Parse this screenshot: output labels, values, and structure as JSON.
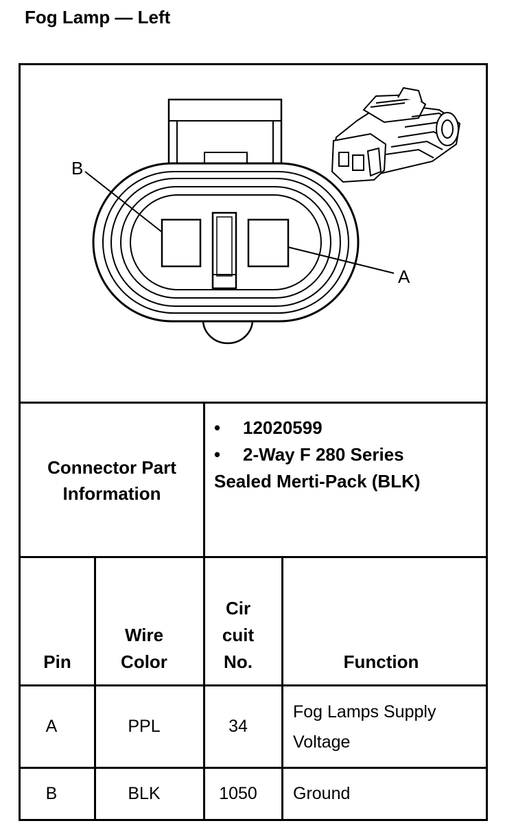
{
  "title": "Fog Lamp — Left",
  "diagram": {
    "label_b": "B",
    "label_a": "A"
  },
  "connector": {
    "label_line1": "Connector Part",
    "label_line2": "Information",
    "bullet1": "12020599",
    "bullet2": "2-Way F 280 Series",
    "bullet2_cont": "Sealed Merti-Pack (BLK)"
  },
  "table": {
    "headers": {
      "pin": "Pin",
      "wire_color_1": "Wire",
      "wire_color_2": "Color",
      "circuit_1": "Cir",
      "circuit_2": "cuit",
      "circuit_3": "No.",
      "function": "Function"
    },
    "rows": [
      {
        "pin": "A",
        "wire_color": "PPL",
        "circuit": "34",
        "function_1": "Fog Lamps Supply",
        "function_2": "Voltage"
      },
      {
        "pin": "B",
        "wire_color": "BLK",
        "circuit": "1050",
        "function_1": "Ground",
        "function_2": ""
      }
    ]
  }
}
